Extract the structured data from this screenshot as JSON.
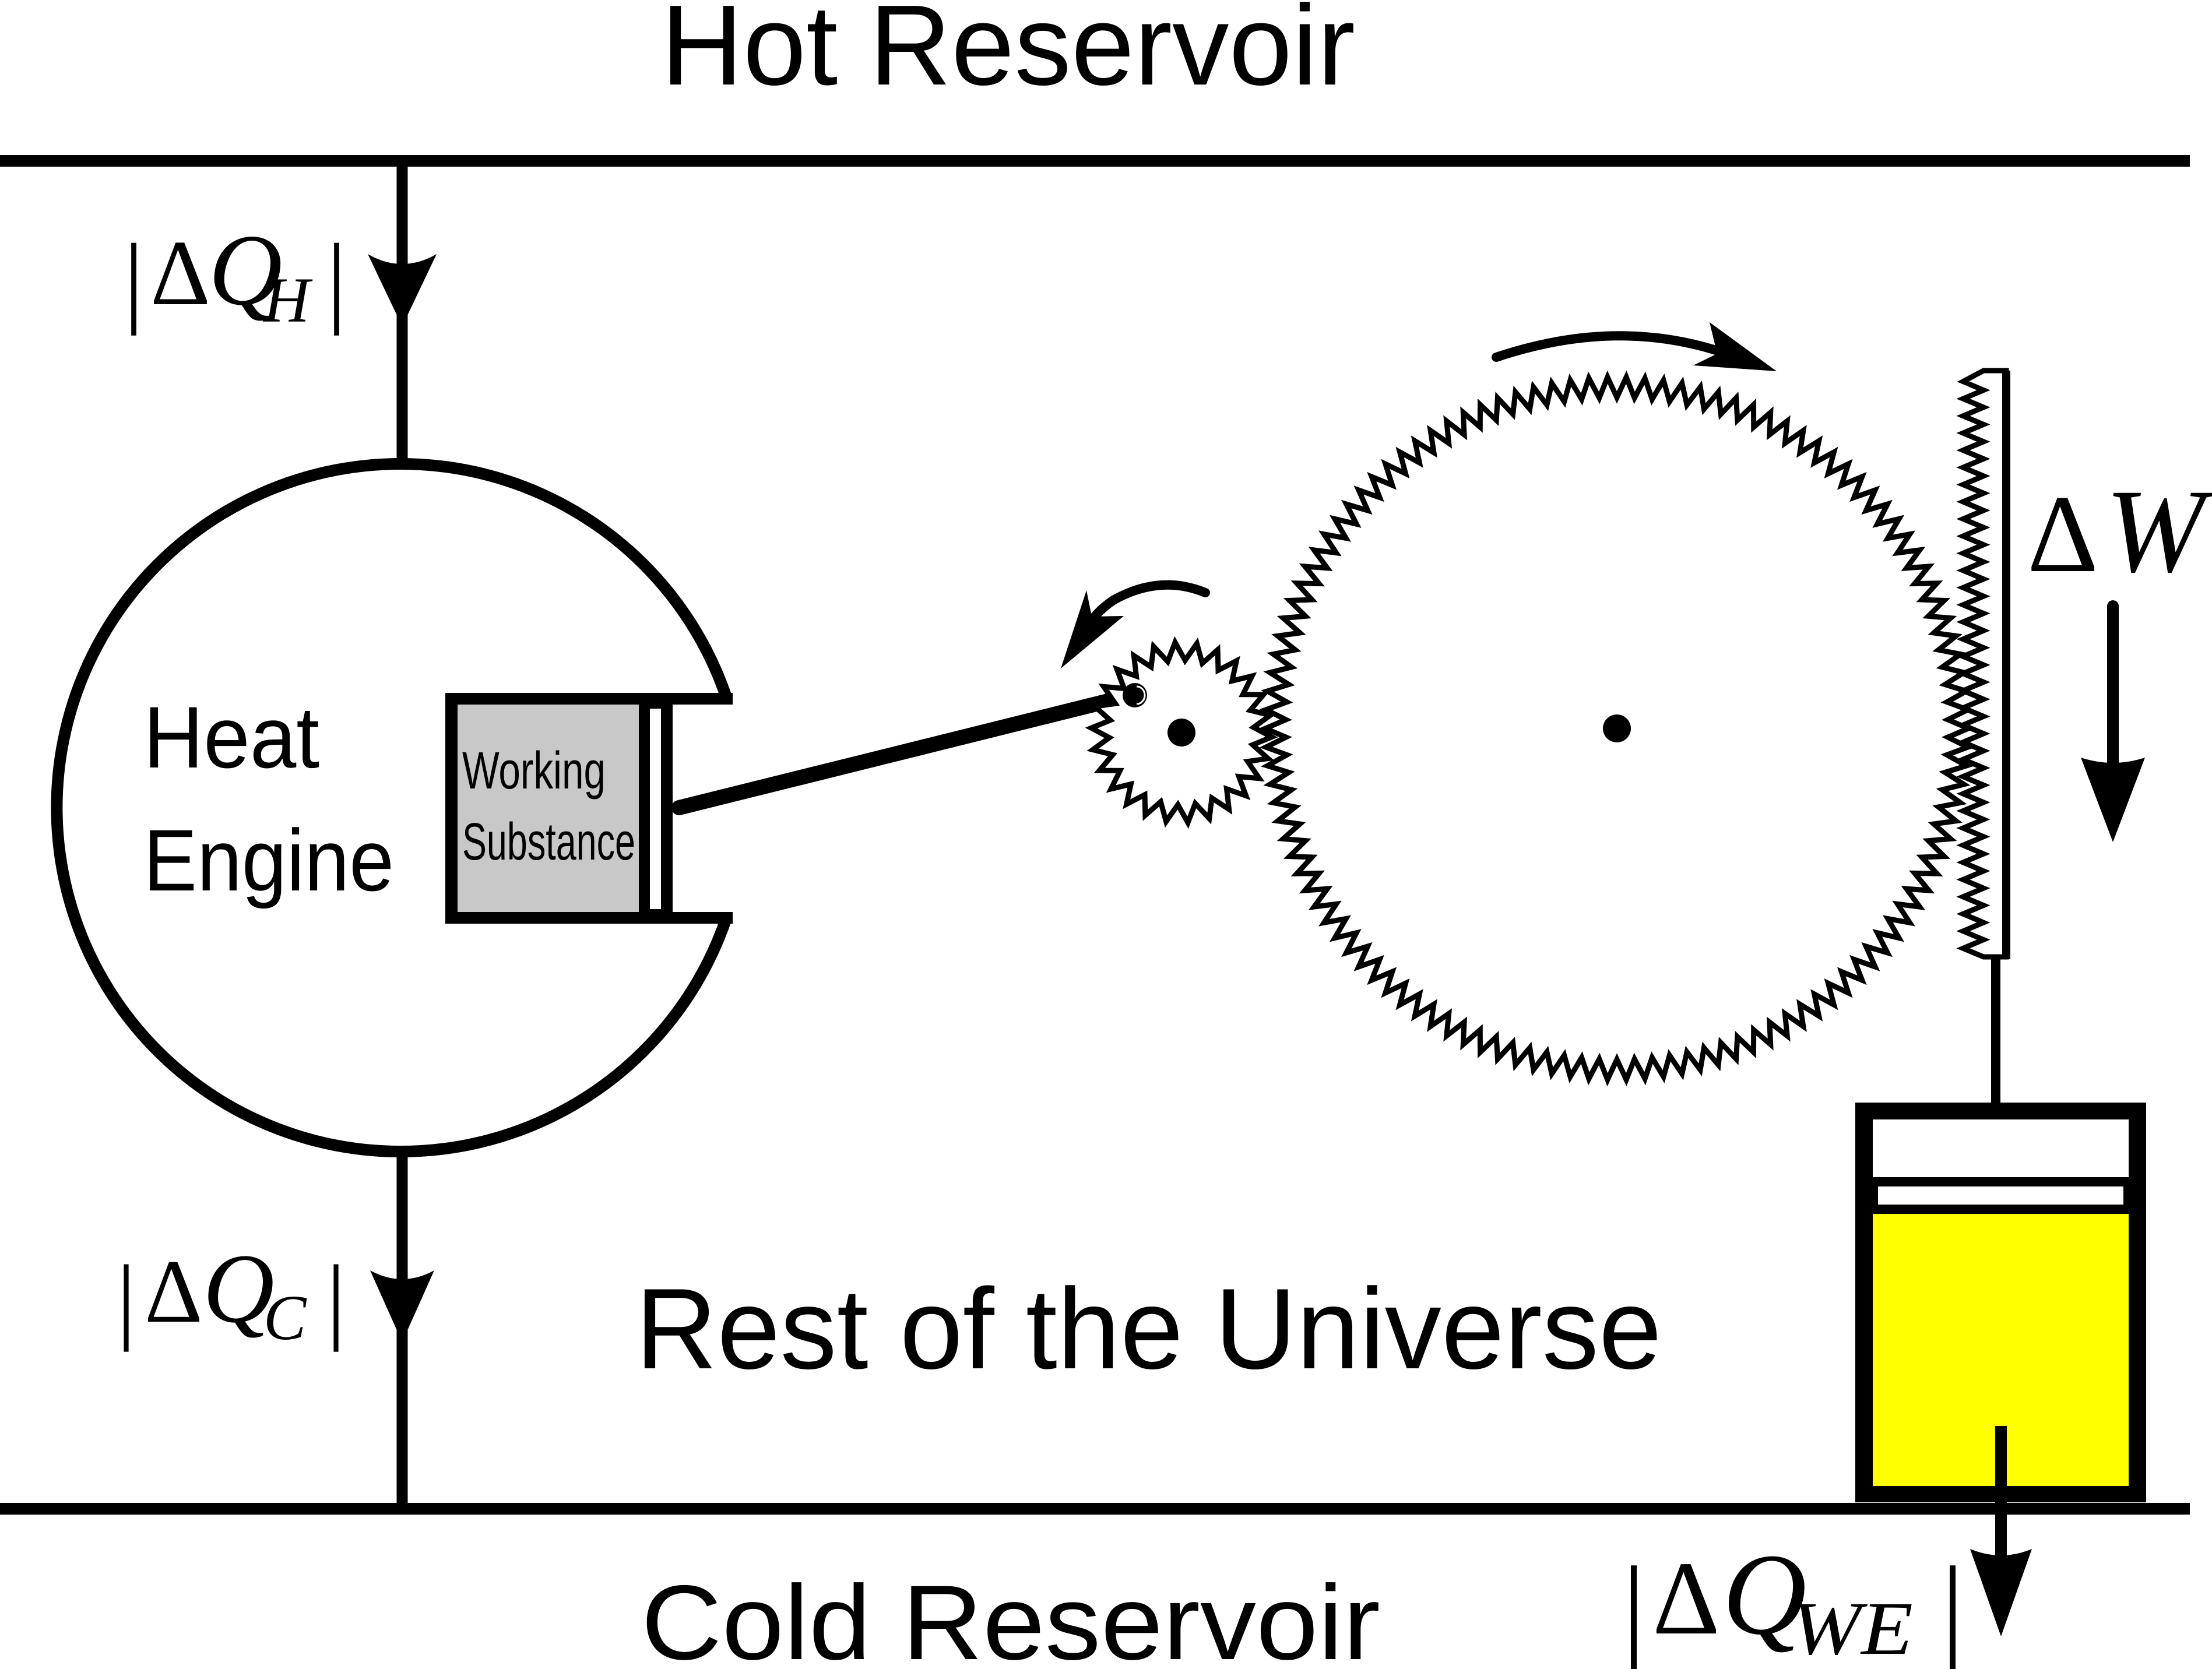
{
  "diagram": {
    "title": "Heat engine driving a gear train and rack that does work on a system",
    "colors": {
      "line": "#000000",
      "background": "#ffffff",
      "working_substance_fill": "#c8c8c8",
      "load_fluid_fill": "#ffff00"
    },
    "regions": {
      "hot_reservoir": "Hot Reservoir",
      "cold_reservoir": "Cold Reservoir",
      "rest_of_universe": "Rest of the Universe"
    },
    "engine": {
      "label_line1": "Heat",
      "label_line2": "Engine",
      "working_substance_line1": "Working",
      "working_substance_line2": "Substance"
    },
    "flows": {
      "heat_in": {
        "bar": "|",
        "delta": "Δ",
        "symbol": "Q",
        "subscript": "H",
        "direction": "down"
      },
      "heat_out": {
        "bar": "|",
        "delta": "Δ",
        "symbol": "Q",
        "subscript": "C",
        "direction": "down"
      },
      "work": {
        "delta": "Δ",
        "symbol": "W",
        "direction": "down"
      },
      "heat_load": {
        "bar": "|",
        "delta": "Δ",
        "symbol": "Q",
        "subscript": "WE",
        "direction": "down"
      }
    },
    "mechanism": {
      "small_gear": {
        "rotation": "counter-clockwise",
        "teeth": 26
      },
      "large_gear": {
        "rotation": "clockwise",
        "teeth": 118
      },
      "rack": {
        "motion": "down",
        "teeth": 34
      }
    },
    "icons": {
      "small_gear_rotation_arrow": "curved-arrow-ccw-icon",
      "large_gear_rotation_arrow": "curved-arrow-cw-icon",
      "flow_arrow": "arrow-down-icon"
    }
  }
}
